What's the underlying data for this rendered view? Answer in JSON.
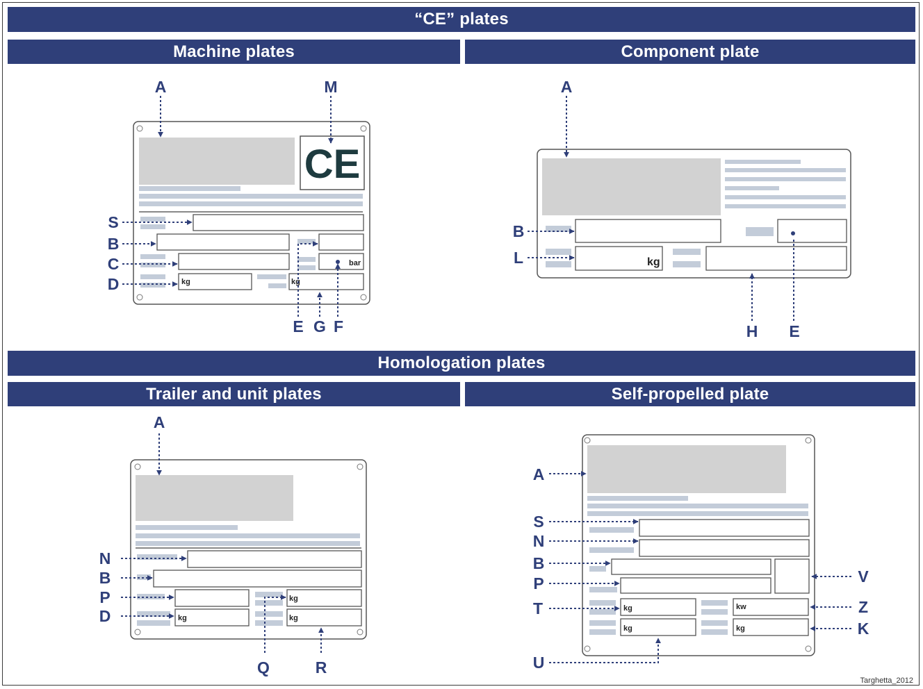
{
  "titles": {
    "ce": "“CE” plates",
    "machine": "Machine plates",
    "component": "Component plate",
    "homologation": "Homologation plates",
    "trailer": "Trailer and unit plates",
    "self_propelled": "Self-propelled plate"
  },
  "units": {
    "kg": "kg",
    "bar": "bar",
    "kw": "kw"
  },
  "ce_mark": "CE",
  "credit": "Targhetta_2012",
  "machine_labels": {
    "A": "A",
    "M": "M",
    "S": "S",
    "B": "B",
    "C": "C",
    "D": "D",
    "E": "E",
    "G": "G",
    "F": "F"
  },
  "component_labels": {
    "A": "A",
    "B": "B",
    "L": "L",
    "H": "H",
    "E": "E"
  },
  "trailer_labels": {
    "A": "A",
    "N": "N",
    "B": "B",
    "P": "P",
    "D": "D",
    "Q": "Q",
    "R": "R"
  },
  "self_labels": {
    "A": "A",
    "S": "S",
    "N": "N",
    "B": "B",
    "P": "P",
    "T": "T",
    "U": "U",
    "V": "V",
    "Z": "Z",
    "K": "K"
  },
  "colors": {
    "band": "#2f3f79",
    "arrow": "#2f3f79",
    "placeholder": "#d2d2d2",
    "line": "#c3ccd9"
  }
}
